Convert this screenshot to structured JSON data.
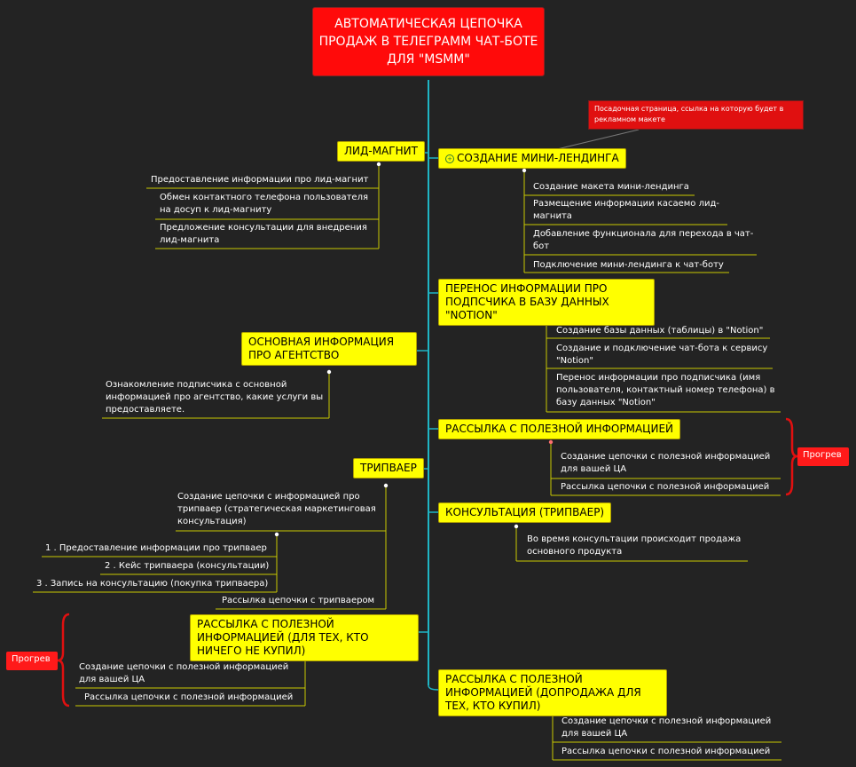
{
  "title": "АВТОМАТИЧЕСКАЯ ЦЕПОЧКА ПРОДАЖ В ТЕЛЕГРАММ ЧАТ-БОТЕ ДЛЯ \"MSMM\"",
  "callout": "Посадочная страница, ссылка на которую будет в рекламном макете",
  "left": {
    "lead_magnet": {
      "label": "ЛИД-МАГНИТ",
      "items": [
        "Предоставление информации про лид-магнит",
        "Обмен контактного телефона пользователя на досуп к лид-магниту",
        "Предложение консультации для внедрения лид-магнита"
      ]
    },
    "agency": {
      "label": "ОСНОВНАЯ ИНФОРМАЦИЯ ПРО АГЕНТСТВО",
      "items": [
        "Ознакомление подписчика с основной информацией про агентство, какие услуги вы предоставляете."
      ]
    },
    "tripwire": {
      "label": "ТРИПВАЕР",
      "chain": "Создание цепочки с информацией про трипваер (стратегическая маркетинговая консультация)",
      "steps": [
        "1 . Предоставление информации про трипваер",
        "2 . Кейс трипваера (консультации)",
        "3 . Запись на консультацию (покупка трипваера)"
      ],
      "send": "Рассылка цепочки с трипваером"
    },
    "newsletter_nobuy": {
      "label": "РАССЫЛКА С ПОЛЕЗНОЙ ИНФОРМАЦИЕЙ (ДЛЯ ТЕХ, КТО НИЧЕГО НЕ КУПИЛ)",
      "items": [
        "Создание цепочки с полезной информацией для вашей ЦА",
        "Рассылка цепочки с полезной информацией"
      ],
      "tag": "Прогрев"
    }
  },
  "right": {
    "landing": {
      "label": "СОЗДАНИЕ МИНИ-ЛЕНДИНГА",
      "items": [
        "Создание макета мини-лендинга",
        "Размещение информации касаемо лид-магнита",
        "Добавление функционала для перехода в чат-бот",
        "Подключение мини-лендинга к чат-боту"
      ]
    },
    "notion": {
      "label": "ПЕРЕНОС ИНФОРМАЦИИ ПРО ПОДПСЧИКА В БАЗУ ДАННЫХ \"NOTION\"",
      "items": [
        "Создание базы данных (таблицы) в \"Notion\"",
        "Создание и подключение чат-бота к сервису \"Notion\"",
        "Перенос информации про подписчика (имя пользователя, контактный номер телефона) в базу данных \"Notion\""
      ]
    },
    "newsletter": {
      "label": "РАССЫЛКА С ПОЛЕЗНОЙ ИНФОРМАЦИЕЙ",
      "items": [
        "Создание цепочки с полезной информацией для вашей ЦА",
        "Рассылка цепочки с полезной информацией"
      ],
      "tag": "Прогрев"
    },
    "consult": {
      "label": "КОНСУЛЬТАЦИЯ (ТРИПВАЕР)",
      "items": [
        "Во время консультации происходит продажа основного продукта"
      ]
    },
    "upsell": {
      "label": "РАССЫЛКА С ПОЛЕЗНОЙ ИНФОРМАЦИЕЙ (ДОПРОДАЖА ДЛЯ ТЕХ, КТО КУПИЛ)",
      "items": [
        "Создание цепочки с полезной информацией для вашей ЦА",
        "Рассылка цепочки с полезной информацией"
      ]
    }
  },
  "colors": {
    "trunk": "#1fb5c4",
    "branch": "#c9c900",
    "node": "#ffff00",
    "title": "#ff0a0a",
    "tag": "#ff1a1a"
  }
}
